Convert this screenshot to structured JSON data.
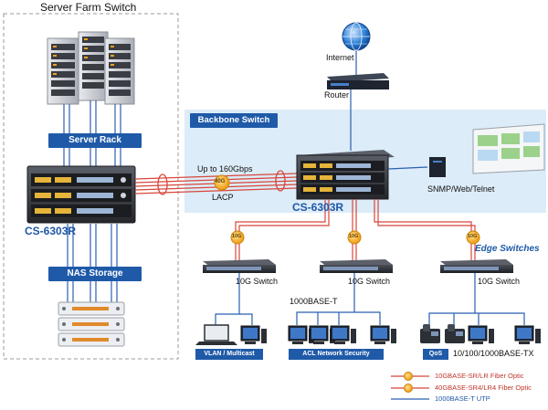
{
  "title": "Server Farm Switch",
  "server_rack_label": "Server Rack",
  "nas_label": "NAS Storage",
  "backbone_label": "Backbone Switch",
  "left_switch_model": "CS-6303R",
  "center_switch_model": "CS-6303R",
  "internet_label": "Internet",
  "router_label": "Router",
  "trunk_speed_label": "Up to 160Gbps",
  "trunk_badge": "40G",
  "lacp_label": "LACP",
  "mgmt_label": "SNMP/Web/Telnet",
  "edge_label": "Edge Switches",
  "uplink_badge": "10G",
  "switches": [
    {
      "label": "10G Switch"
    },
    {
      "label": "10G Switch"
    },
    {
      "label": "10G Switch"
    }
  ],
  "copper_label_mid": "1000BASE-T",
  "copper_label_right": "10/100/1000BASE-TX",
  "features": {
    "vlan": "VLAN / Multicast",
    "acl": "ACL Network Security",
    "qos": "QoS"
  },
  "legend": [
    {
      "text": "10GBASE-SR/LR Fiber Optic",
      "color": "#c0352a"
    },
    {
      "text": "40GBASE-SR4/LR4 Fiber Optic",
      "color": "#c0352a"
    },
    {
      "text": "1000BASE-T UTP",
      "color": "#1f57a6"
    }
  ],
  "colors": {
    "fiber": "#d8453a",
    "utp": "#2a5fb0",
    "badge": "#1f5aa8",
    "model_text": "#1f57a6",
    "backbone_bg": "#dcecf8",
    "connector": "#f3a51c"
  }
}
